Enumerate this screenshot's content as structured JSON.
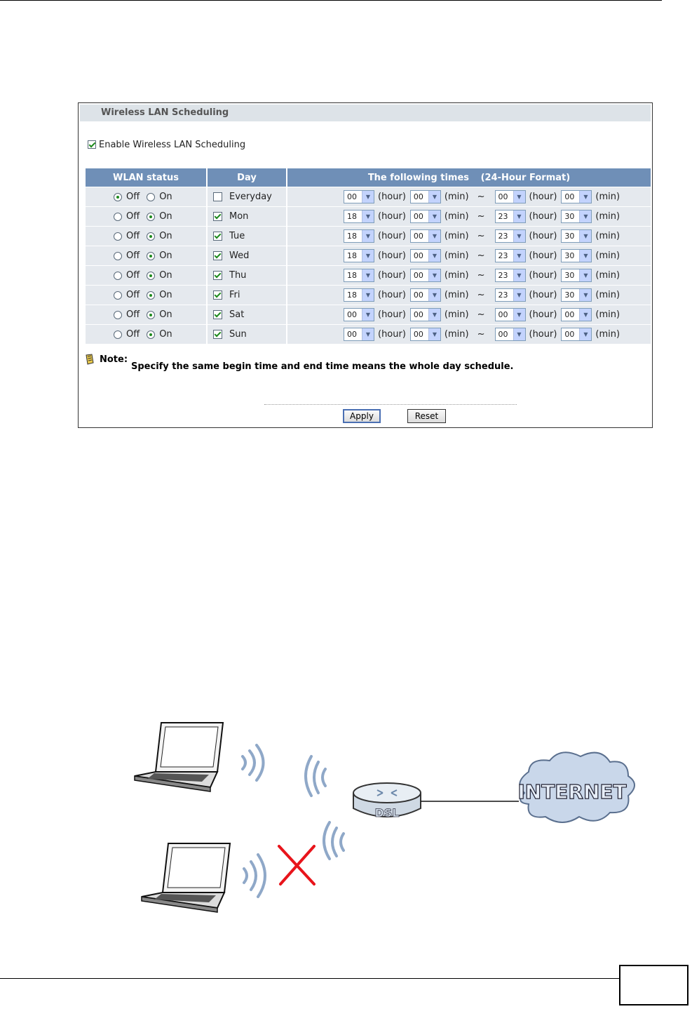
{
  "panel": {
    "title": "Wireless LAN Scheduling",
    "enable_label": "Enable Wireless LAN Scheduling",
    "enable_checked": true
  },
  "table": {
    "headers": {
      "status": "WLAN status",
      "day": "Day",
      "times": "The following times",
      "format": "(24-Hour Format)"
    },
    "labels": {
      "off": "Off",
      "on": "On",
      "hour": "(hour)",
      "min": "(min)",
      "tilde": "~"
    },
    "rows": [
      {
        "status": "off",
        "day": "Everyday",
        "checked": false,
        "start_hour": "00",
        "start_min": "00",
        "end_hour": "00",
        "end_min": "00"
      },
      {
        "status": "on",
        "day": "Mon",
        "checked": true,
        "start_hour": "18",
        "start_min": "00",
        "end_hour": "23",
        "end_min": "30"
      },
      {
        "status": "on",
        "day": "Tue",
        "checked": true,
        "start_hour": "18",
        "start_min": "00",
        "end_hour": "23",
        "end_min": "30"
      },
      {
        "status": "on",
        "day": "Wed",
        "checked": true,
        "start_hour": "18",
        "start_min": "00",
        "end_hour": "23",
        "end_min": "30"
      },
      {
        "status": "on",
        "day": "Thu",
        "checked": true,
        "start_hour": "18",
        "start_min": "00",
        "end_hour": "23",
        "end_min": "30"
      },
      {
        "status": "on",
        "day": "Fri",
        "checked": true,
        "start_hour": "18",
        "start_min": "00",
        "end_hour": "23",
        "end_min": "30"
      },
      {
        "status": "on",
        "day": "Sat",
        "checked": true,
        "start_hour": "00",
        "start_min": "00",
        "end_hour": "00",
        "end_min": "00"
      },
      {
        "status": "on",
        "day": "Sun",
        "checked": true,
        "start_hour": "00",
        "start_min": "00",
        "end_hour": "00",
        "end_min": "00"
      }
    ]
  },
  "note": {
    "label": "Note:",
    "text": "Specify the same begin time and end time means the whole day schedule."
  },
  "buttons": {
    "apply": "Apply",
    "reset": "Reset"
  },
  "diagram": {
    "router_label": "DSL",
    "cloud_label": "INTERNET",
    "blocked_color": "#e8141b",
    "wave_color": "#8fa8c8"
  }
}
